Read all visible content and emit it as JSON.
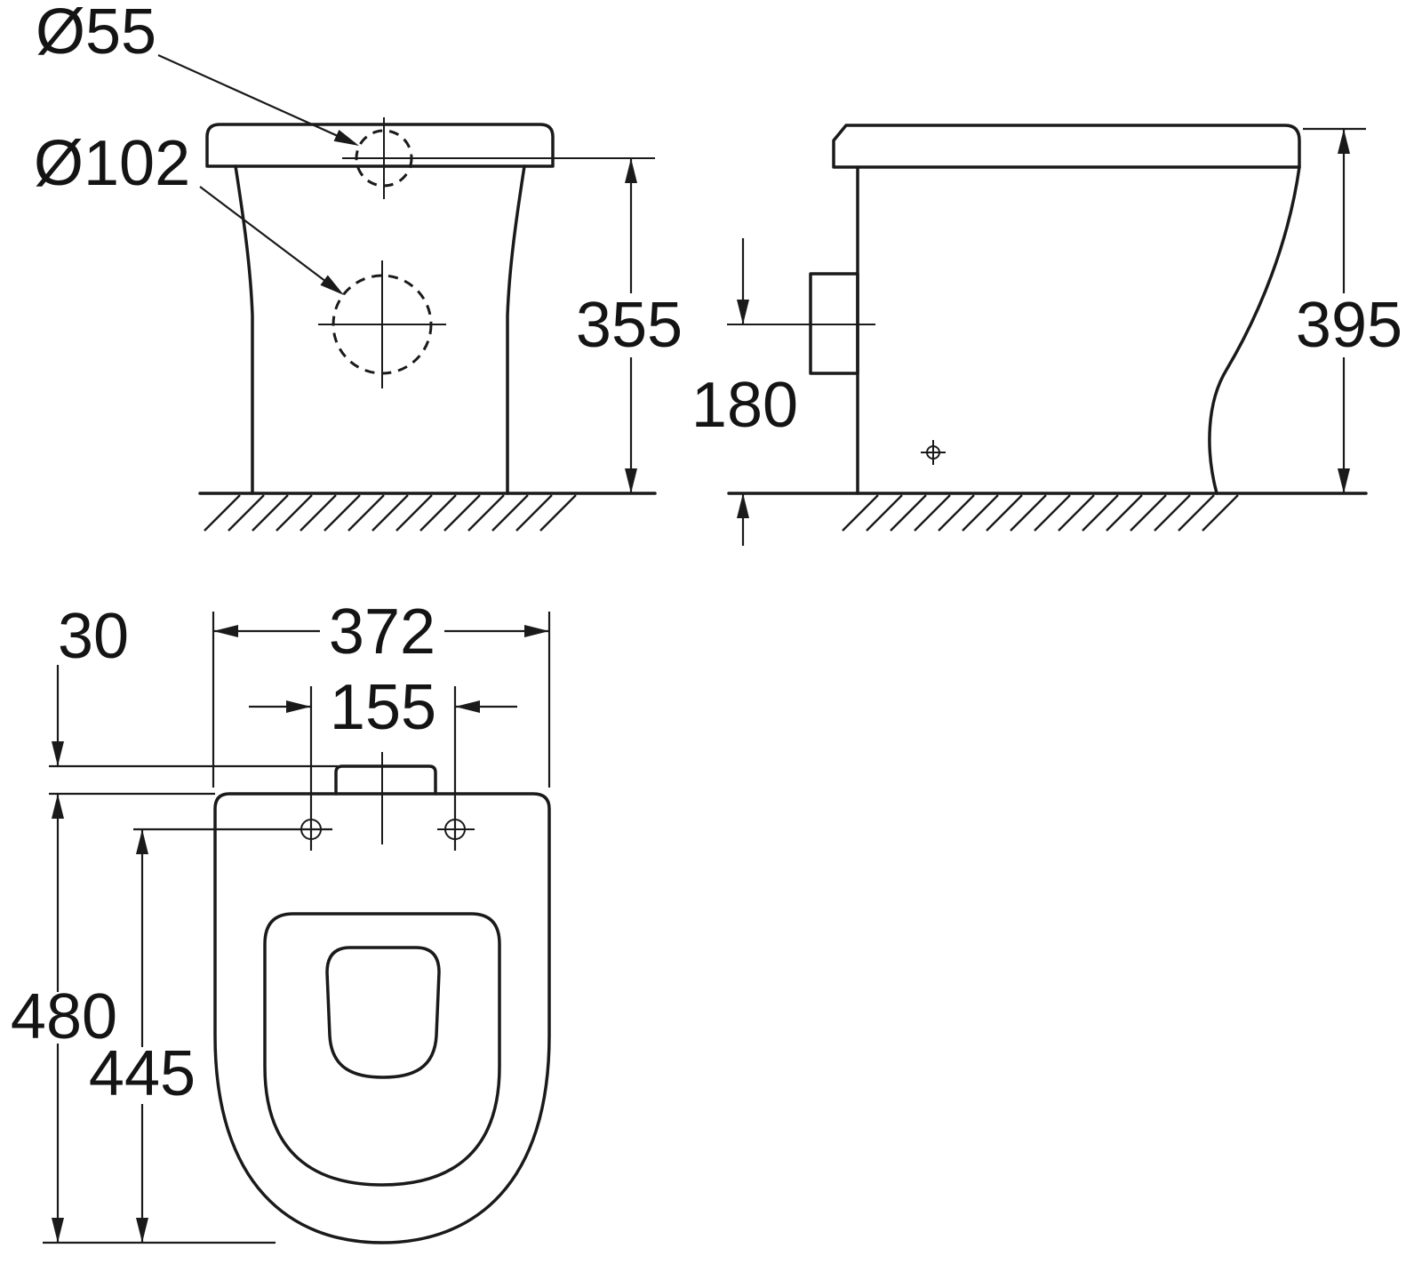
{
  "drawing": {
    "background_color": "#ffffff",
    "line_color": "#1a1a1a",
    "front_view": {
      "small_hole_diameter_label": "Ø55",
      "large_hole_diameter_label": "Ø102",
      "rim_height_label": "355"
    },
    "side_view": {
      "overall_height_label": "395",
      "outlet_height_label": "180"
    },
    "plan_view": {
      "lid_offset_label": "30",
      "overall_width_label": "372",
      "hinge_spacing_label": "155",
      "overall_depth_label": "480",
      "inner_depth_label": "445"
    }
  }
}
